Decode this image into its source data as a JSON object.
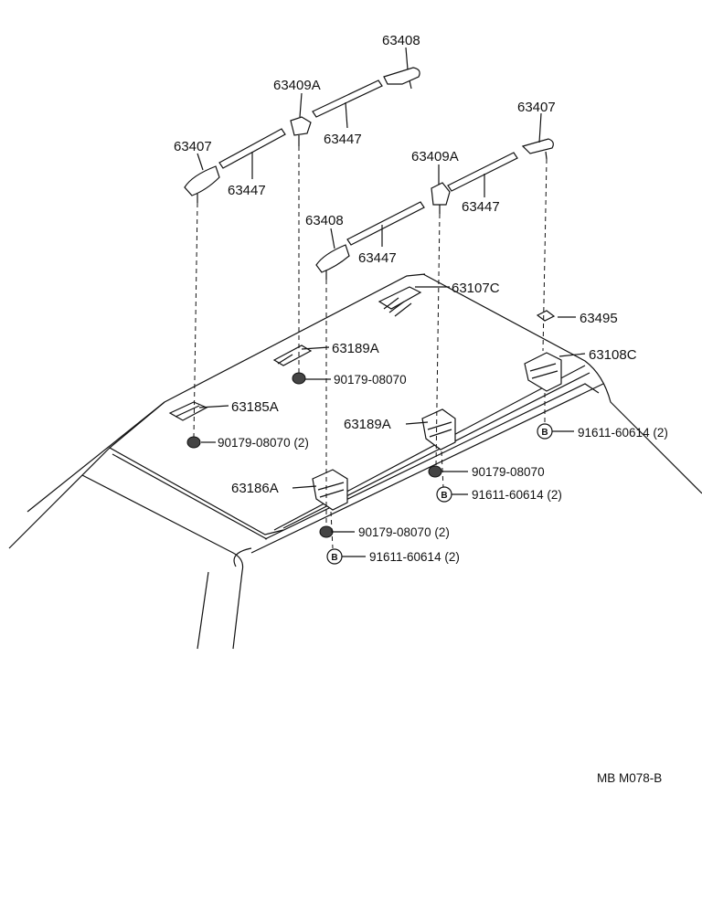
{
  "diagram": {
    "parts": {
      "p63408_top": "63408",
      "p63409A_left": "63409A",
      "p63447_a": "63447",
      "p63407_left": "63407",
      "p63447_b": "63447",
      "p63407_right": "63407",
      "p63409A_right": "63409A",
      "p63447_c": "63447",
      "p63408_mid": "63408",
      "p63447_d": "63447",
      "p63107C": "63107C",
      "p63495": "63495",
      "p63108C": "63108C",
      "p63189A_left": "63189A",
      "p90179_a": "90179-08070",
      "p63185A": "63185A",
      "p90179_b": "90179-08070 (2)",
      "p63189A_right": "63189A",
      "p91611_a": "91611-60614 (2)",
      "p90179_c": "90179-08070",
      "p91611_b": "91611-60614 (2)",
      "p63186A": "63186A",
      "p90179_d": "90179-08070 (2)",
      "p91611_c": "91611-60614 (2)"
    },
    "bolt_symbol": "B",
    "reference_code": "MB  M078-B"
  }
}
